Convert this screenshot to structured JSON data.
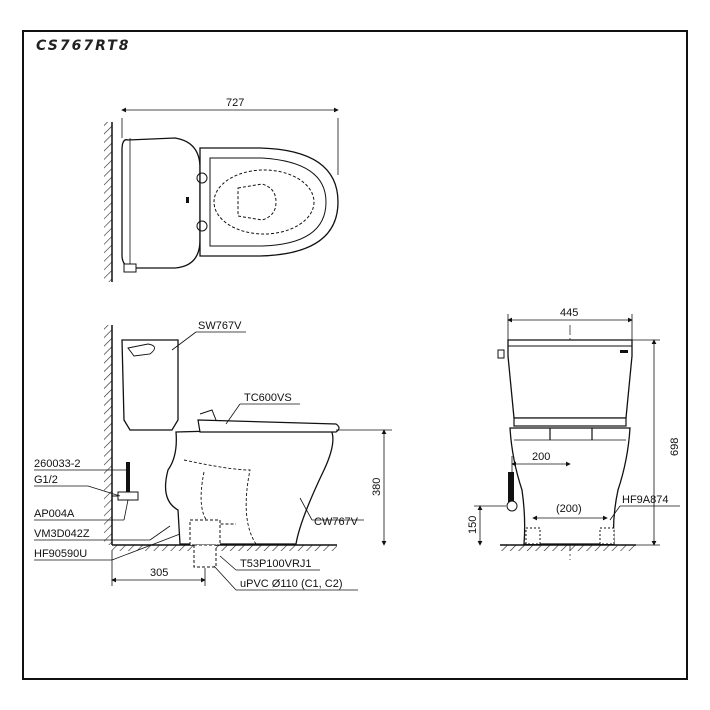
{
  "title": "CS767RT8",
  "dims": {
    "top_width": "727",
    "front_width": "445",
    "front_height": "698",
    "seat_height": "380",
    "rough_in": "305",
    "inlet_height": "150",
    "inlet_offset": "200",
    "foot_spacing": "(200)"
  },
  "parts": {
    "tank": "SW767V",
    "seat": "TC600VS",
    "bowl": "CW767V",
    "supply_hose": "260033-2",
    "thread": "G1/2",
    "stop_valve": "AP004A",
    "valve": "VM3D042Z",
    "fitting": "HF90590U",
    "flange": "T53P100VRJ1",
    "drain_pipe": "uPVC Ø110 (C1, C2)",
    "bolt_set": "HF9A874"
  }
}
